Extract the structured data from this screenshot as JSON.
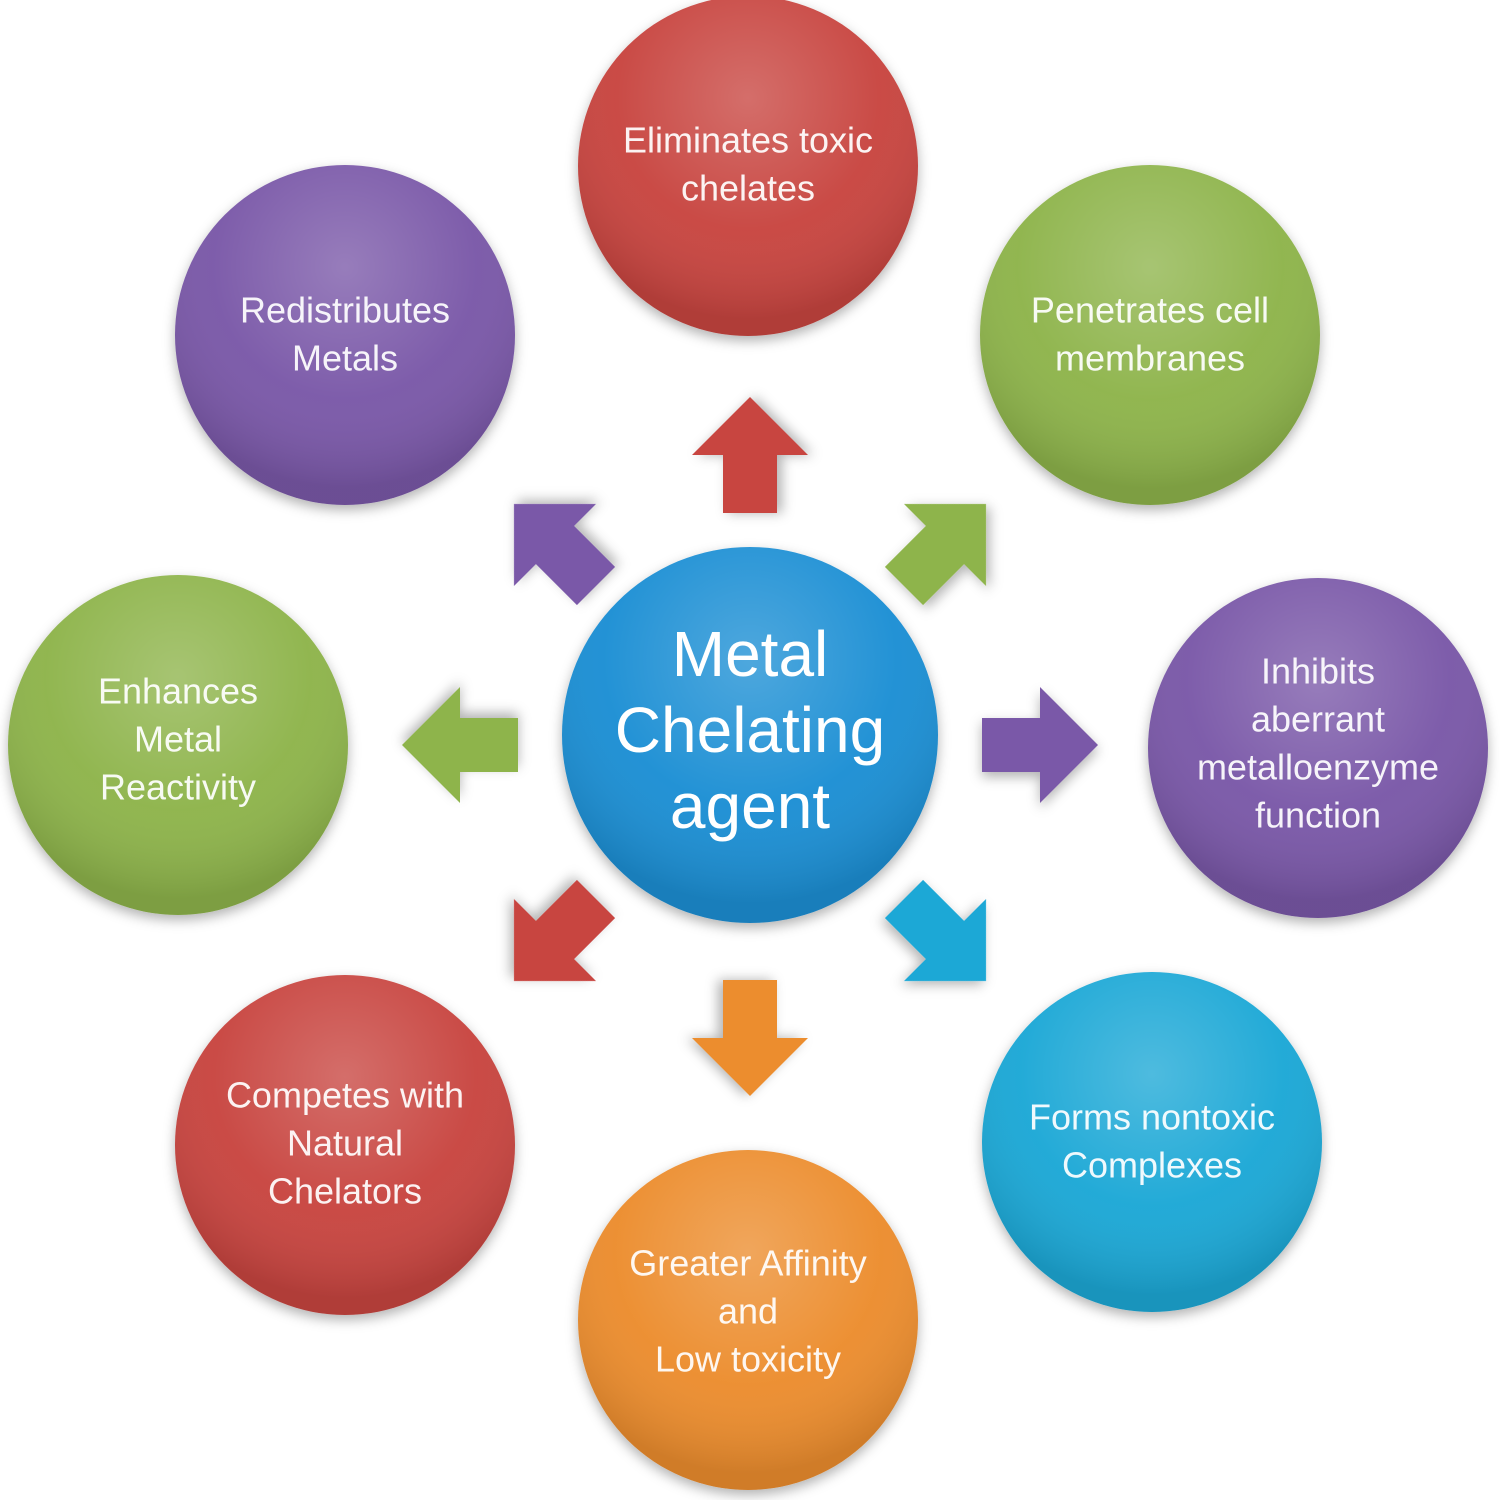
{
  "center": {
    "lines": [
      "Metal",
      "Chelating",
      "agent"
    ],
    "color": "#1e8fd4"
  },
  "nodes": [
    {
      "id": "eliminates-toxic-chelates",
      "lines": [
        "Eliminates toxic",
        "chelates"
      ],
      "color": "#c8443f"
    },
    {
      "id": "penetrates-cell-membranes",
      "lines": [
        "Penetrates cell",
        "membranes"
      ],
      "color": "#8eb44c"
    },
    {
      "id": "inhibits-aberrant-metalloenzyme-function",
      "lines": [
        "Inhibits",
        "aberrant",
        "metalloenzyme",
        "function"
      ],
      "color": "#7a58a8"
    },
    {
      "id": "forms-nontoxic-complexes",
      "lines": [
        "Forms nontoxic",
        "Complexes"
      ],
      "color": "#1aa8d6"
    },
    {
      "id": "greater-affinity-low-toxicity",
      "lines": [
        "Greater Affinity",
        "and",
        "Low toxicity"
      ],
      "color": "#ec8d2f"
    },
    {
      "id": "competes-with-natural-chelators",
      "lines": [
        "Competes with",
        "Natural",
        "Chelators"
      ],
      "color": "#c8443f"
    },
    {
      "id": "enhances-metal-reactivity",
      "lines": [
        "Enhances",
        "Metal",
        "Reactivity"
      ],
      "color": "#8eb44c"
    },
    {
      "id": "redistributes-metals",
      "lines": [
        "Redistributes",
        "Metals"
      ],
      "color": "#7a58a8"
    }
  ],
  "arrows": [
    {
      "id": "arrow-up",
      "color": "#c8443f"
    },
    {
      "id": "arrow-up-right",
      "color": "#8eb44c"
    },
    {
      "id": "arrow-right",
      "color": "#7a58a8"
    },
    {
      "id": "arrow-down-right",
      "color": "#1aa8d6"
    },
    {
      "id": "arrow-down",
      "color": "#ec8d2f"
    },
    {
      "id": "arrow-down-left",
      "color": "#c8443f"
    },
    {
      "id": "arrow-left",
      "color": "#8eb44c"
    },
    {
      "id": "arrow-up-left",
      "color": "#7a58a8"
    }
  ]
}
